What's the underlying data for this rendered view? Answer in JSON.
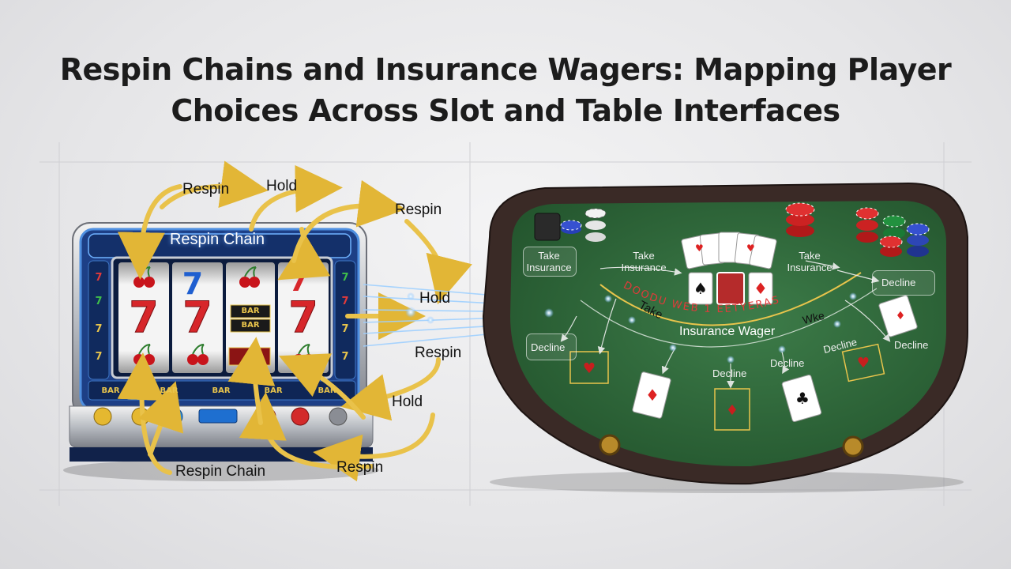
{
  "title": {
    "line1": "Respin Chains and Insurance Wagers: Mapping Player",
    "line2": "Choices Across Slot and Table Interfaces"
  },
  "slot": {
    "machine_title": "Respin Chain",
    "bar_buttons": [
      "BAR",
      "BAR",
      "BAR",
      "BAR",
      "BAR"
    ],
    "reel_bar_top": "BAR",
    "reel_bar_bottom": "BAR",
    "flow_labels": {
      "respin_1": "Respin",
      "hold_1": "Hold",
      "respin_2": "Respin",
      "hold_2": "Hold",
      "respin_3": "Respin",
      "hold_3": "Hold",
      "respin_bottom": "Respin",
      "respin_chain_bottom": "Respin Chain"
    }
  },
  "table": {
    "take_insurance_left": "Take Insurance",
    "take_insurance_center": "Take Insurance",
    "take_insurance_right": "Take Insurance",
    "decline_left": "Decline",
    "decline_center": "Decline",
    "decline_mid": "Decline",
    "decline_mid2": "Decline",
    "decline_right_top": "Decline",
    "decline_right_bottom": "Decline",
    "arc_text": "DOODU WEB 1 EETYERAS",
    "take_word": "Take",
    "insurance_wager": "Insurance Wager",
    "wke": "Wke"
  },
  "colors": {
    "felt": "#2f6b3c",
    "rail": "#3a2a26",
    "arrow_gold": "#e9c24a",
    "slot_blue": "#1d3f86",
    "glow": "#9fd0ff"
  }
}
